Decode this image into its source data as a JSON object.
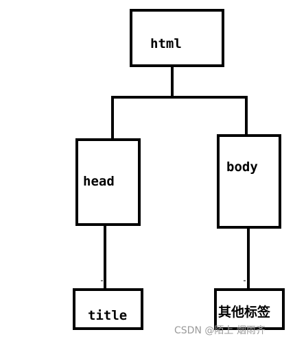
{
  "diagram": {
    "nodes": {
      "html": {
        "label": "html"
      },
      "head": {
        "label": "head"
      },
      "body": {
        "label": "body"
      },
      "title": {
        "label": "title"
      },
      "other": {
        "label": "其他标签"
      }
    },
    "edges": [
      {
        "from": "html",
        "to": "head"
      },
      {
        "from": "html",
        "to": "body"
      },
      {
        "from": "head",
        "to": "title"
      },
      {
        "from": "body",
        "to": "other"
      }
    ],
    "colors": {
      "stroke": "#000000",
      "background": "#ffffff",
      "watermark": "#9a9a9a"
    }
  },
  "watermark": {
    "text": "CSDN @陌上 烟雨齐"
  }
}
